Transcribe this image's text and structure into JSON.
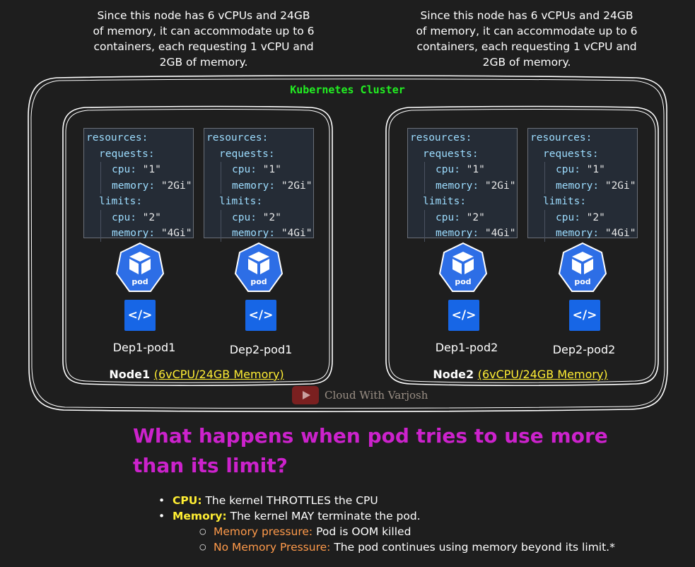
{
  "captions": {
    "left": "Since this node has 6 vCPUs and 24GB of memory, it can accommodate up to 6 containers, each requesting 1 vCPU and 2GB of memory.",
    "right": "Since this node has 6 vCPUs and 24GB of memory, it can accommodate up to 6 containers, each requesting 1 vCPU and 2GB of memory."
  },
  "cluster_title": "Kubernetes Cluster",
  "yaml": {
    "resources": "resources:",
    "requests": "requests:",
    "limits": "limits:",
    "cpu_key": "cpu:",
    "memory_key": "memory:",
    "req_cpu": "\"1\"",
    "req_mem": "\"2Gi\"",
    "lim_cpu": "\"2\"",
    "lim_mem": "\"4Gi\""
  },
  "pod_icon_label": "pod",
  "code_icon_glyph": "</>",
  "pods": [
    "Dep1-pod1",
    "Dep2-pod1",
    "Dep1-pod2",
    "Dep2-pod2"
  ],
  "nodes": [
    {
      "name": "Node1",
      "spec": "(6vCPU/24GB Memory)"
    },
    {
      "name": "Node2",
      "spec": "(6vCPU/24GB Memory)"
    }
  ],
  "watermark": "Cloud With Varjosh",
  "question": "What happens when pod tries to use more than its limit?",
  "notes": {
    "cpu_label": "CPU:",
    "cpu_text": "The kernel THROTTLES the CPU",
    "mem_label": "Memory:",
    "mem_text": "The kernel MAY terminate the pod.",
    "pressure_label": "Memory pressure:",
    "pressure_text": "Pod is OOM killed",
    "nopressure_label": "No Memory Pressure:",
    "nopressure_text": "The pod continues using memory beyond its limit.*"
  },
  "colors": {
    "background": "#1e1e1e",
    "cluster_title": "#22ee22",
    "question": "#cc22cc",
    "highlight_yellow": "#ffee33",
    "highlight_orange": "#ff9a4a",
    "pod_blue": "#1766e6"
  }
}
